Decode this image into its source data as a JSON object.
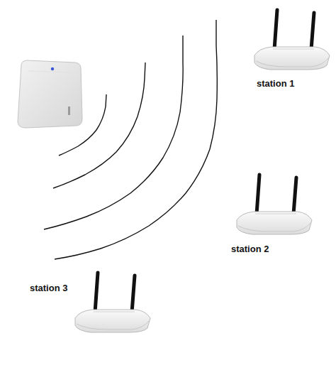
{
  "diagram": {
    "labels": [
      "station 1",
      "station 2",
      "station 3"
    ]
  }
}
